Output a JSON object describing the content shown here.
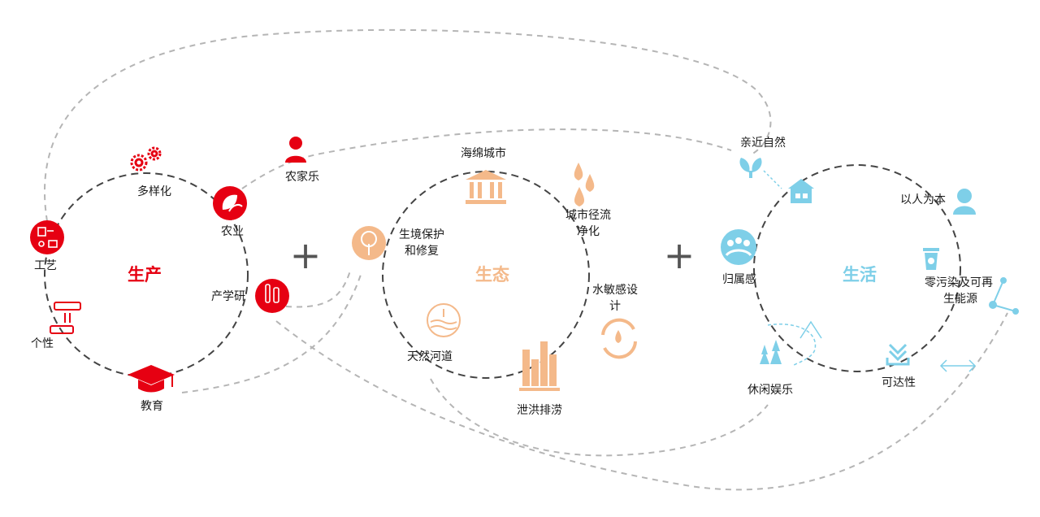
{
  "colors": {
    "production": "#e60012",
    "ecology": "#f4b98a",
    "life": "#7ecfe8",
    "text": "#1a1a1a",
    "dashed_ring": "#444444",
    "dashed_link": "#b5b5b5"
  },
  "production": {
    "title": "生产",
    "items": [
      {
        "label": "多样化",
        "icon": "gears-icon"
      },
      {
        "label": "农业",
        "icon": "leaves-icon"
      },
      {
        "label": "工艺",
        "icon": "craft-tools-icon"
      },
      {
        "label": "产学研",
        "icon": "lab-tubes-icon"
      },
      {
        "label": "个性",
        "icon": "server-rack-icon"
      },
      {
        "label": "教育",
        "icon": "graduation-cap-icon"
      }
    ],
    "outer": {
      "label": "农家乐",
      "icon": "farmer-person-icon"
    }
  },
  "ecology": {
    "title": "生态",
    "items": [
      {
        "label": "海绵城市",
        "icon": "bank-building-icon"
      },
      {
        "label": "生境保护和修复",
        "lines": [
          "生境保护",
          "和修复"
        ],
        "icon": "tree-icon"
      },
      {
        "label": "城市径流净化",
        "lines": [
          "城市径流",
          "净化"
        ],
        "icon": "water-drops-icon"
      },
      {
        "label": "水敏感设计",
        "lines": [
          "水敏感设",
          "计"
        ],
        "icon": "recycle-water-icon"
      },
      {
        "label": "天然河道",
        "icon": "river-waves-icon"
      },
      {
        "label": "泄洪排涝",
        "icon": "drainage-buildings-icon"
      }
    ]
  },
  "life": {
    "title": "生活",
    "items": [
      {
        "label": "亲近自然",
        "icon": "plant-icon"
      },
      {
        "label": "以人为本",
        "icon": "person-avatar-icon"
      },
      {
        "label": "归属感",
        "icon": "community-icon"
      },
      {
        "label": "零污染及可再生能源",
        "lines": [
          "零污染及可再",
          "生能源"
        ],
        "icon": "recycle-bin-icon"
      },
      {
        "label": "休闲娱乐",
        "icon": "pine-trees-icon"
      },
      {
        "label": "可达性",
        "icon": "download-arrows-icon"
      }
    ]
  },
  "plus_signs": [
    "+",
    "+"
  ]
}
